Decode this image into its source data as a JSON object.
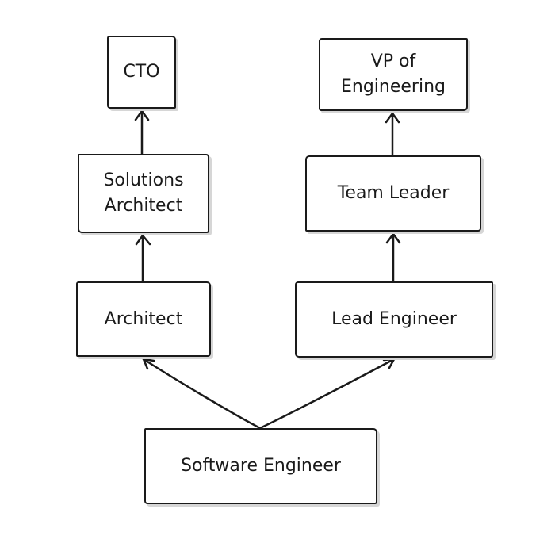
{
  "diagram": {
    "nodes": {
      "cto": "CTO",
      "vp_engineering": "VP of\nEngineering",
      "solutions_architect": "Solutions\nArchitect",
      "team_leader": "Team Leader",
      "architect": "Architect",
      "lead_engineer": "Lead Engineer",
      "software_engineer": "Software Engineer"
    },
    "edges": [
      {
        "from": "software_engineer",
        "to": "architect"
      },
      {
        "from": "software_engineer",
        "to": "lead_engineer"
      },
      {
        "from": "architect",
        "to": "solutions_architect"
      },
      {
        "from": "solutions_architect",
        "to": "cto"
      },
      {
        "from": "lead_engineer",
        "to": "team_leader"
      },
      {
        "from": "team_leader",
        "to": "vp_engineering"
      }
    ],
    "colors": {
      "stroke": "#1a1a1a",
      "background": "#ffffff",
      "shadow": "#d6d6d6"
    }
  }
}
